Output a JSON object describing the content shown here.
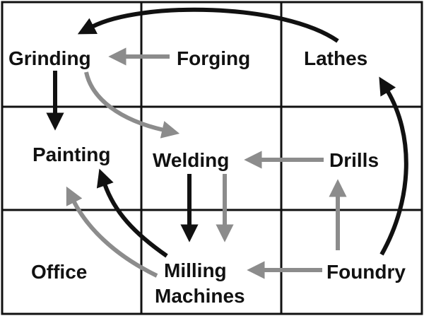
{
  "colors": {
    "black_arrow": "#111111",
    "gray_arrow": "#8c8c8c",
    "grid_line": "#111111",
    "text": "#111111",
    "background": "#ffffff"
  },
  "labels": {
    "grinding": "Grinding",
    "forging": "Forging",
    "lathes": "Lathes",
    "painting": "Painting",
    "welding": "Welding",
    "drills": "Drills",
    "office": "Office",
    "milling_line1": "Milling",
    "milling_line2": "Machines",
    "foundry": "Foundry"
  },
  "arrows": [
    {
      "from": "Lathes",
      "to": "Grinding",
      "color": "black"
    },
    {
      "from": "Forging",
      "to": "Grinding",
      "color": "gray"
    },
    {
      "from": "Grinding",
      "to": "Painting",
      "color": "black"
    },
    {
      "from": "Grinding",
      "to": "Welding",
      "color": "gray"
    },
    {
      "from": "Drills",
      "to": "Welding",
      "color": "gray"
    },
    {
      "from": "Welding",
      "to": "Milling Machines",
      "color": "black"
    },
    {
      "from": "Welding",
      "to": "Milling Machines",
      "color": "gray"
    },
    {
      "from": "Milling Machines",
      "to": "Painting",
      "color": "black"
    },
    {
      "from": "Milling Machines",
      "to": "Painting",
      "color": "gray"
    },
    {
      "from": "Foundry",
      "to": "Milling Machines",
      "color": "gray"
    },
    {
      "from": "Foundry",
      "to": "Drills",
      "color": "gray"
    },
    {
      "from": "Foundry",
      "to": "Lathes",
      "color": "black"
    }
  ]
}
